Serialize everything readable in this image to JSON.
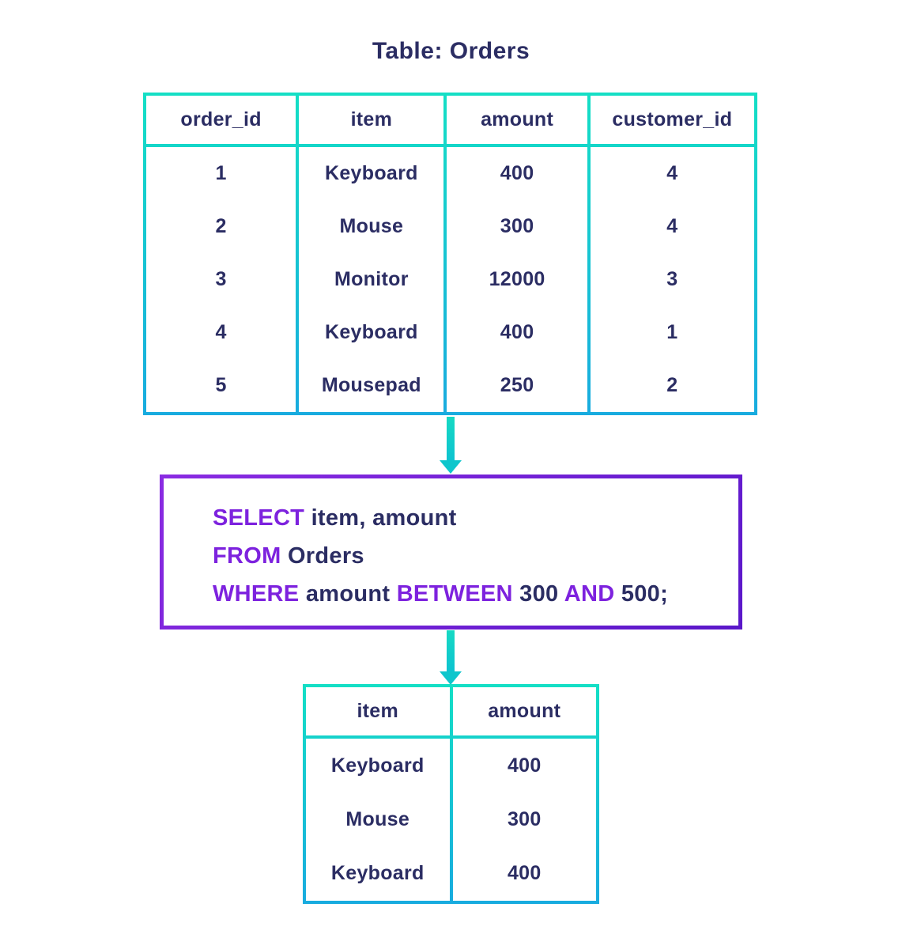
{
  "title": "Table: Orders",
  "colors": {
    "background": "#ffffff",
    "text_navy": "#2b2d63",
    "keyword_purple": "#7d22de",
    "table_gradient_top": "#14dfc5",
    "table_gradient_bottom": "#18abdf",
    "query_border_start": "#8a2be2",
    "query_border_end": "#5a17c9",
    "arrow_teal": "#0ec6cc"
  },
  "orders_table": {
    "headers": [
      "order_id",
      "item",
      "amount",
      "customer_id"
    ],
    "rows": [
      [
        "1",
        "Keyboard",
        "400",
        "4"
      ],
      [
        "2",
        "Mouse",
        "300",
        "4"
      ],
      [
        "3",
        "Monitor",
        "12000",
        "3"
      ],
      [
        "4",
        "Keyboard",
        "400",
        "1"
      ],
      [
        "5",
        "Mousepad",
        "250",
        "2"
      ]
    ]
  },
  "query": {
    "lines": [
      {
        "segments": [
          {
            "type": "keyword",
            "text": "SELECT "
          },
          {
            "type": "plain",
            "text": "item, amount"
          }
        ]
      },
      {
        "segments": [
          {
            "type": "keyword",
            "text": "FROM "
          },
          {
            "type": "plain",
            "text": "Orders"
          }
        ]
      },
      {
        "segments": [
          {
            "type": "keyword",
            "text": "WHERE "
          },
          {
            "type": "plain",
            "text": "amount "
          },
          {
            "type": "keyword",
            "text": "BETWEEN "
          },
          {
            "type": "plain",
            "text": "300 "
          },
          {
            "type": "keyword",
            "text": "AND "
          },
          {
            "type": "plain",
            "text": "500;"
          }
        ]
      }
    ]
  },
  "result_table": {
    "headers": [
      "item",
      "amount"
    ],
    "rows": [
      [
        "Keyboard",
        "400"
      ],
      [
        "Mouse",
        "300"
      ],
      [
        "Keyboard",
        "400"
      ]
    ]
  }
}
